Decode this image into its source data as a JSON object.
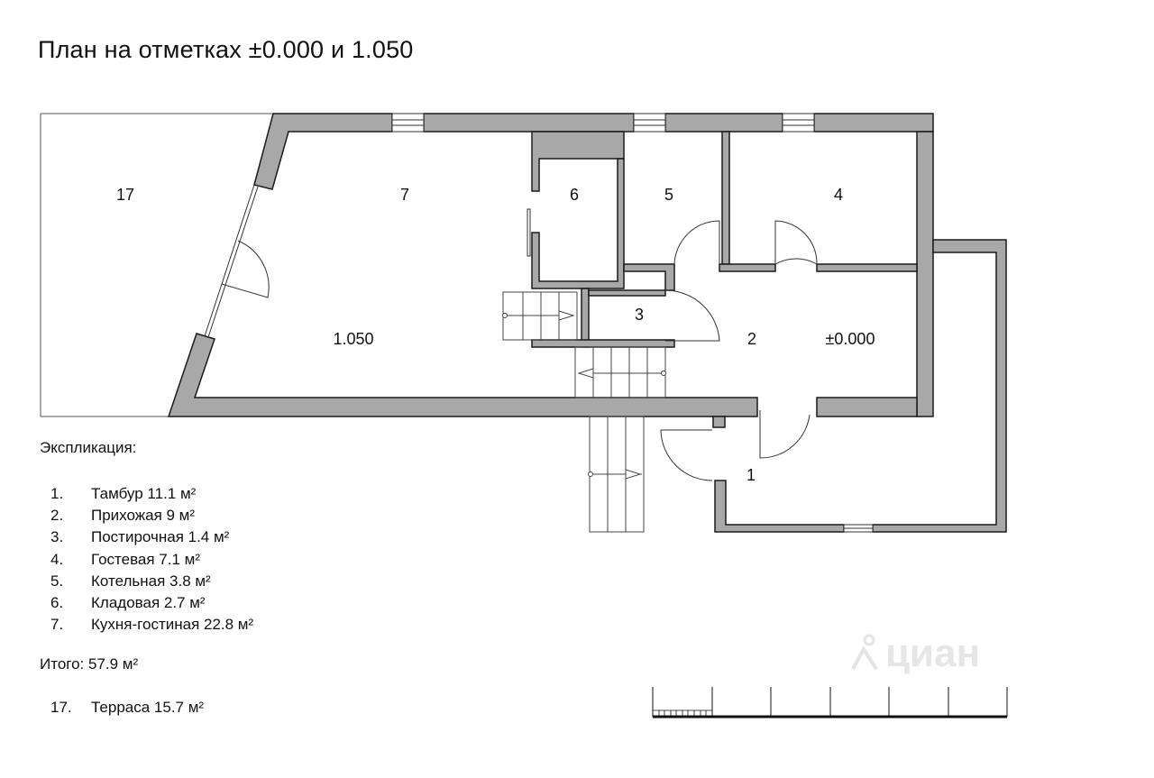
{
  "title": "План на отметках ±0.000 и 1.050",
  "rooms": {
    "r17": "17",
    "r7": "7",
    "r6": "6",
    "r5": "5",
    "r4": "4",
    "r3": "3",
    "r2": "2",
    "r1": "1",
    "level_kitchen": "1.050",
    "level_hall": "±0.000"
  },
  "explication": {
    "heading": "Экспликация:",
    "items": [
      {
        "num": "1.",
        "text": "Тамбур 11.1 м²"
      },
      {
        "num": "2.",
        "text": "Прихожая 9 м²"
      },
      {
        "num": "3.",
        "text": "Постирочная 1.4 м²"
      },
      {
        "num": "4.",
        "text": "Гостевая 7.1 м²"
      },
      {
        "num": "5.",
        "text": "Котельная 3.8 м²"
      },
      {
        "num": "6.",
        "text": "Кладовая 2.7 м²"
      },
      {
        "num": "7.",
        "text": "Кухня-гостиная 22.8 м²"
      }
    ],
    "total": "Итого: 57.9 м²",
    "terrace": {
      "num": "17.",
      "text": "Терраса  15.7 м²"
    }
  },
  "watermark": "циан",
  "colors": {
    "wall_fill": "#a8a8a8",
    "wall_stroke": "#1a1a1a",
    "line": "#333333"
  }
}
